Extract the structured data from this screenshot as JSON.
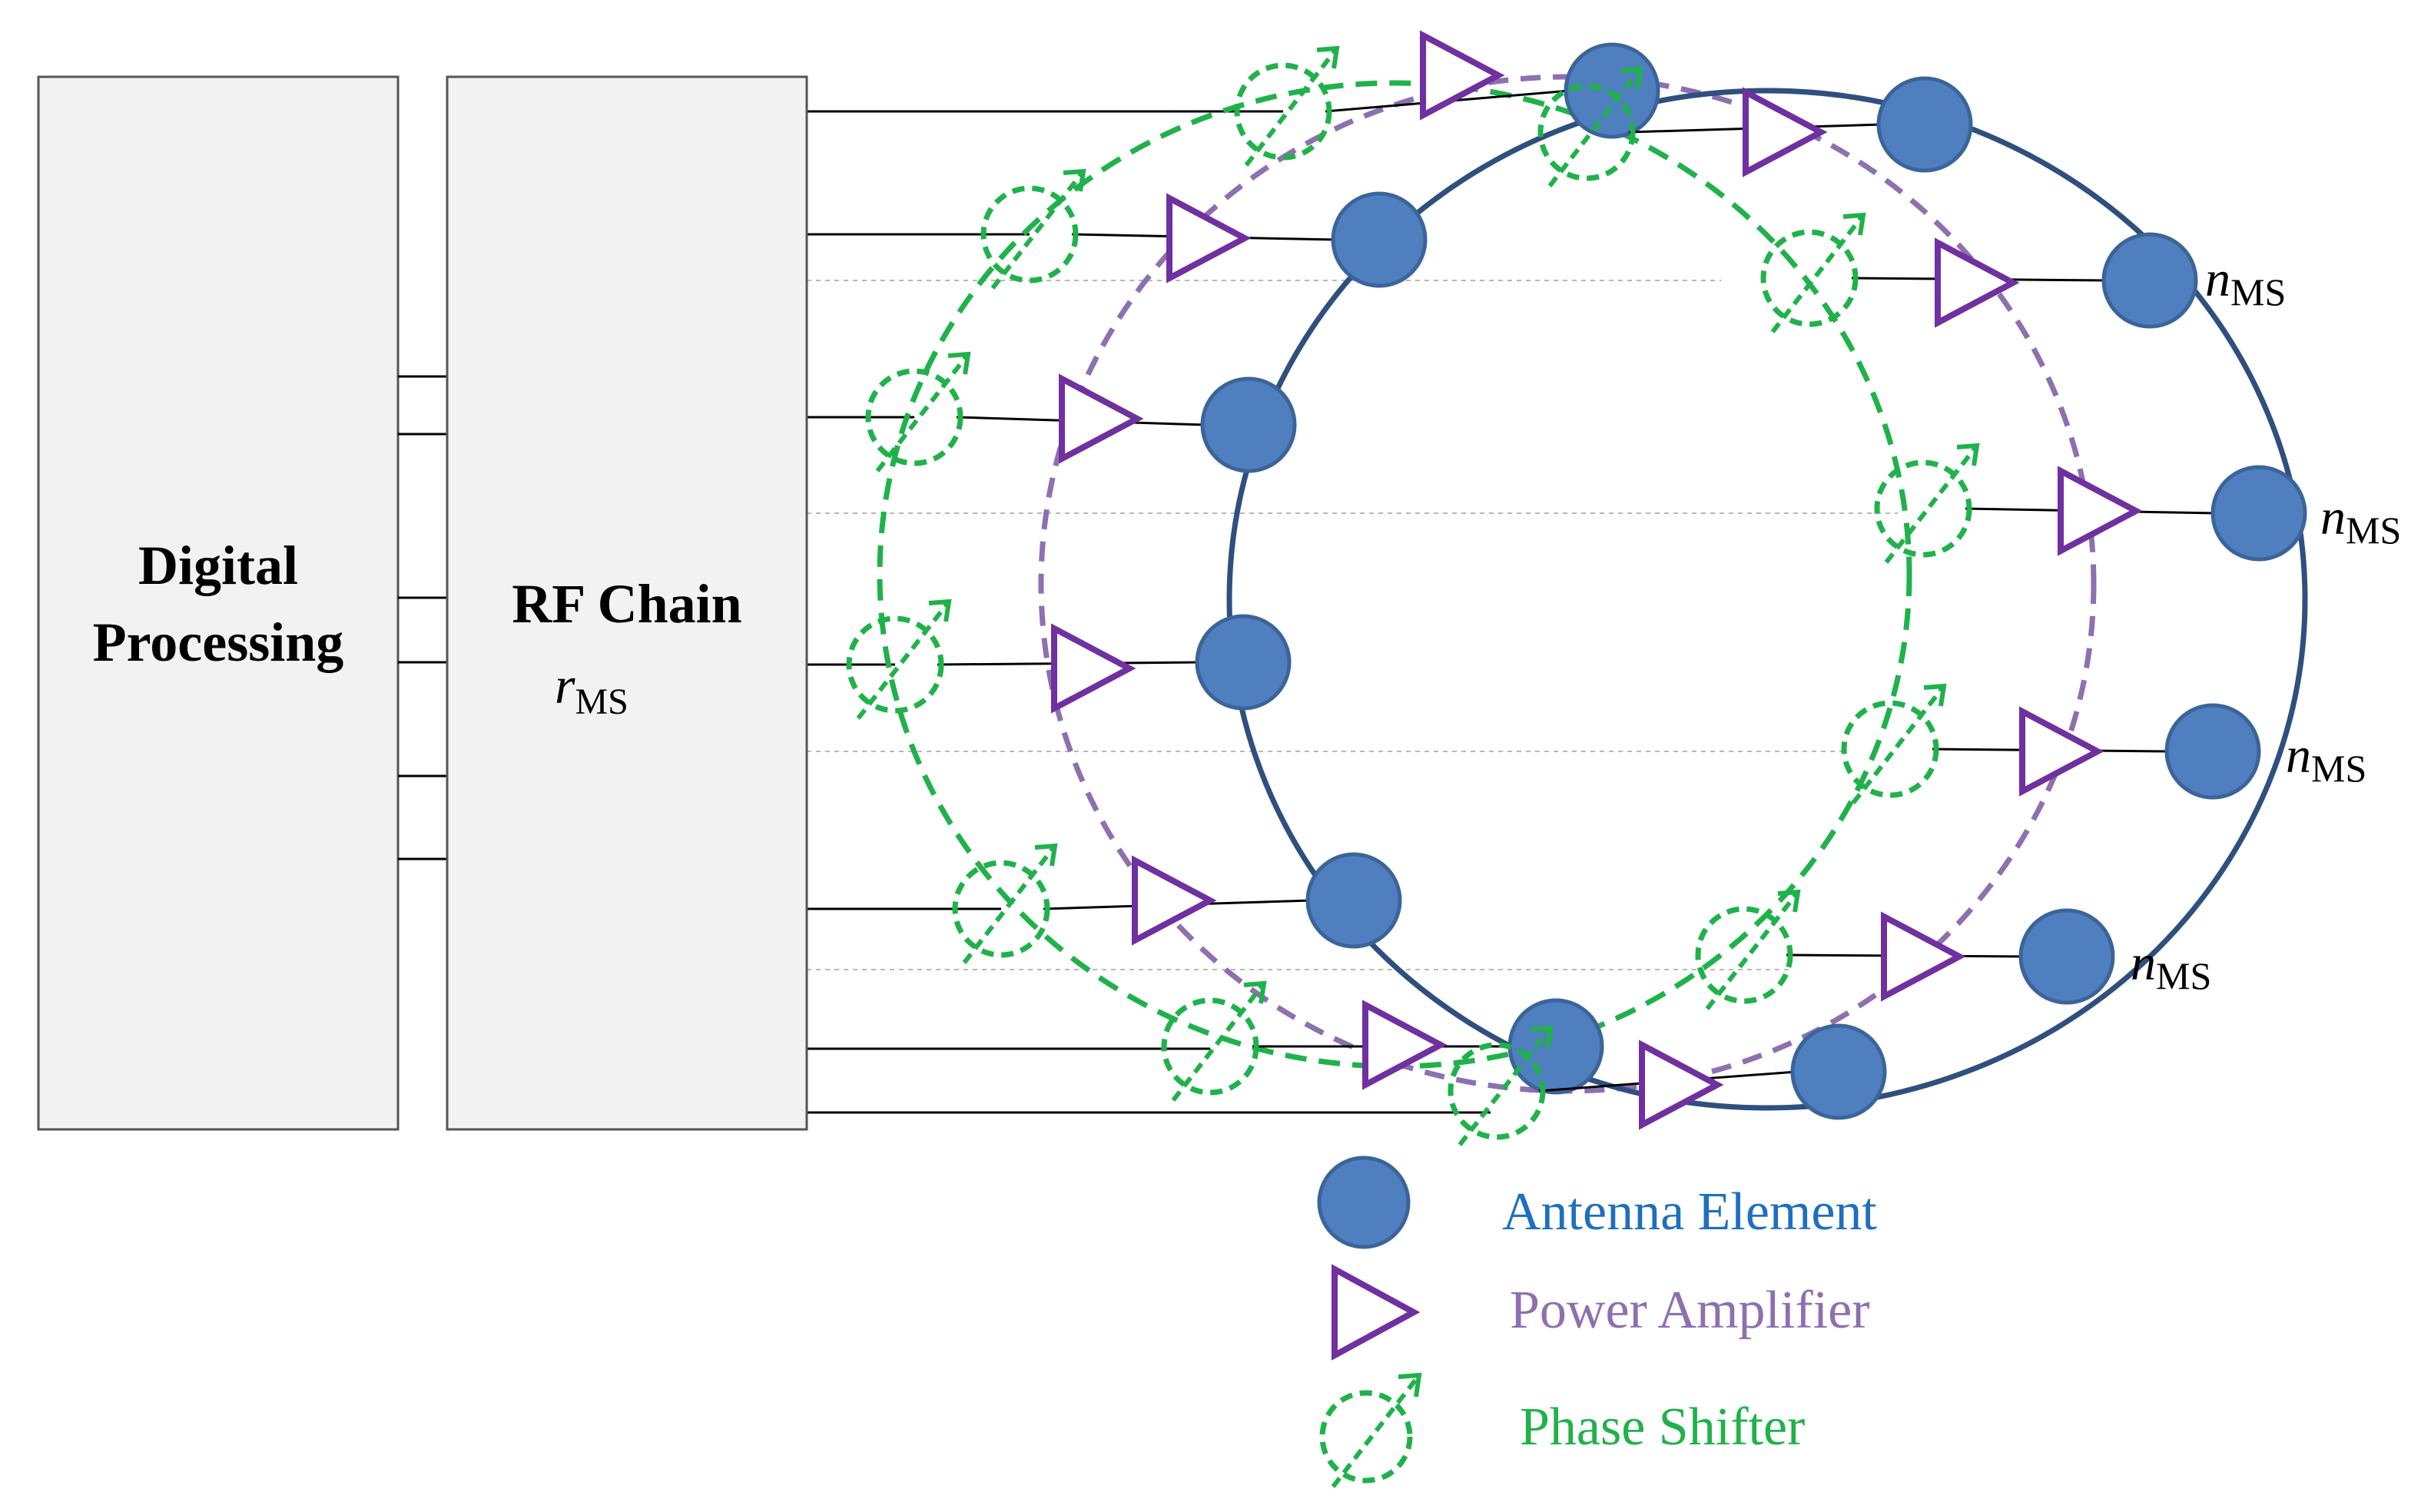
{
  "blocks": {
    "digital_processing": [
      "Digital",
      "Processing"
    ],
    "rf_chain": "RF Chain",
    "rf_symbol": "r",
    "rf_subscript": "MS"
  },
  "antenna_labels": [
    {
      "main": "n",
      "sub": "MS"
    },
    {
      "main": "n",
      "sub": "MS"
    },
    {
      "main": "n",
      "sub": "MS"
    },
    {
      "main": "n",
      "sub": "MS"
    }
  ],
  "legend": {
    "antenna": "Antenna Element",
    "amplifier": "Power Amplifier",
    "phase_shifter": "Phase Shifter"
  },
  "colors": {
    "antenna_fill": "#4f7fbf",
    "antenna_stroke": "#3a649a",
    "ring": "#2f4f7f",
    "amplifier": "#7030a0",
    "amplifier_ring": "#8e6fb0",
    "phase_shifter": "#1fb24a",
    "antenna_text": "#1f6fc0",
    "amplifier_text": "#8e6fb0",
    "phase_text": "#1fb24a"
  }
}
